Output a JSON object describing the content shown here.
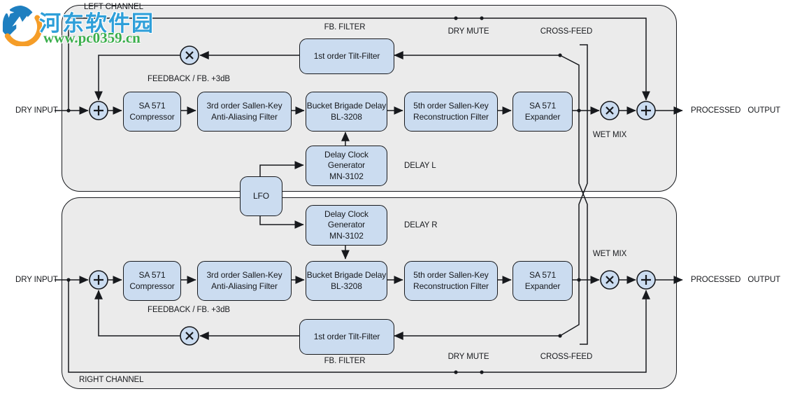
{
  "watermark": {
    "site_name": "河东软件园",
    "site_url": "www.pc0359.cn",
    "colors": {
      "name_blue": "#2e9fd9",
      "url_green": "#3aae4b",
      "logo_orange": "#f59d28",
      "logo_blue": "#1e7fc0"
    }
  },
  "diagram": {
    "panels": {
      "left": {
        "label": "LEFT CHANNEL"
      },
      "right": {
        "label": "RIGHT CHANNEL"
      }
    },
    "io": {
      "input": "DRY INPUT",
      "output": "PROCESSED OUTPUT"
    },
    "labels": {
      "fb_filter": "FB. FILTER",
      "dry_mute": "DRY MUTE",
      "cross_feed": "CROSS-FEED",
      "feedback": "FEEDBACK / FB. +3dB",
      "wet_mix": "WET MIX",
      "delay_l": "DELAY L",
      "delay_r": "DELAY R"
    },
    "blocks": {
      "compressor": {
        "line1": "SA 571",
        "line2": "Compressor"
      },
      "anti_alias": {
        "line1": "3rd order Sallen-Key",
        "line2": "Anti-Aliasing Filter"
      },
      "bbd": {
        "line1": "Bucket Brigade Delay",
        "line2": "BL-3208"
      },
      "reconstruction": {
        "line1": "5th order Sallen-Key",
        "line2": "Reconstruction Filter"
      },
      "expander": {
        "line1": "SA 571",
        "line2": "Expander"
      },
      "tilt": {
        "line1": "1st order Tilt-Filter"
      },
      "clock": {
        "line1": "Delay Clock Generator",
        "line2": "MN-3102"
      },
      "lfo": {
        "line1": "LFO"
      }
    },
    "nodes": {
      "sum": "+",
      "multiply": "×"
    },
    "colors": {
      "block_fill": "#cbdcf0",
      "block_border": "#17191d",
      "panel_fill": "#ebebeb",
      "wire": "#17191d"
    }
  }
}
